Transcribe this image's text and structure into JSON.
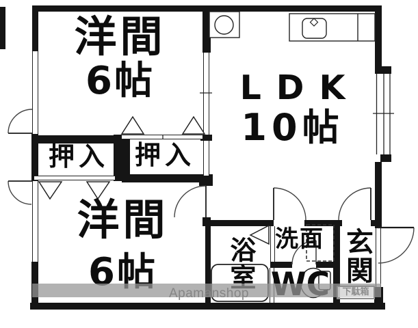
{
  "title": "Apartment floor plan (1LDK style, Japanese)",
  "rooms": {
    "western_top": {
      "name": "洋間",
      "size": "6帖"
    },
    "western_bottom": {
      "name": "洋間",
      "size": "6帖"
    },
    "ldk": {
      "name": "LDK",
      "size": "10帖"
    },
    "closet_left": "押入",
    "closet_right": "押入",
    "bath": "浴室",
    "washroom": "洗面",
    "wc": "WC",
    "entrance": "玄関",
    "shoe_cabinet": "下駄箱"
  },
  "watermark": "Apamanshop",
  "fixtures": {
    "bathtub": "bathtub-icon",
    "toilet": "toilet-icon",
    "kitchen_sink": "kitchen-sink-icon",
    "stove_place": "stove-circle-icon",
    "washing_machine_space": "dashed washing-machine-space",
    "windows": "double-line window symbols",
    "doors": "quarter-arc swing doors, triangle folding doors"
  },
  "colors": {
    "wall": "#151515",
    "line": "#333333",
    "background": "#ffffff",
    "watermark_band": "rgba(151,151,151,0.74)",
    "watermark_text": "#868686",
    "gray_label": "#8e8e8e"
  }
}
